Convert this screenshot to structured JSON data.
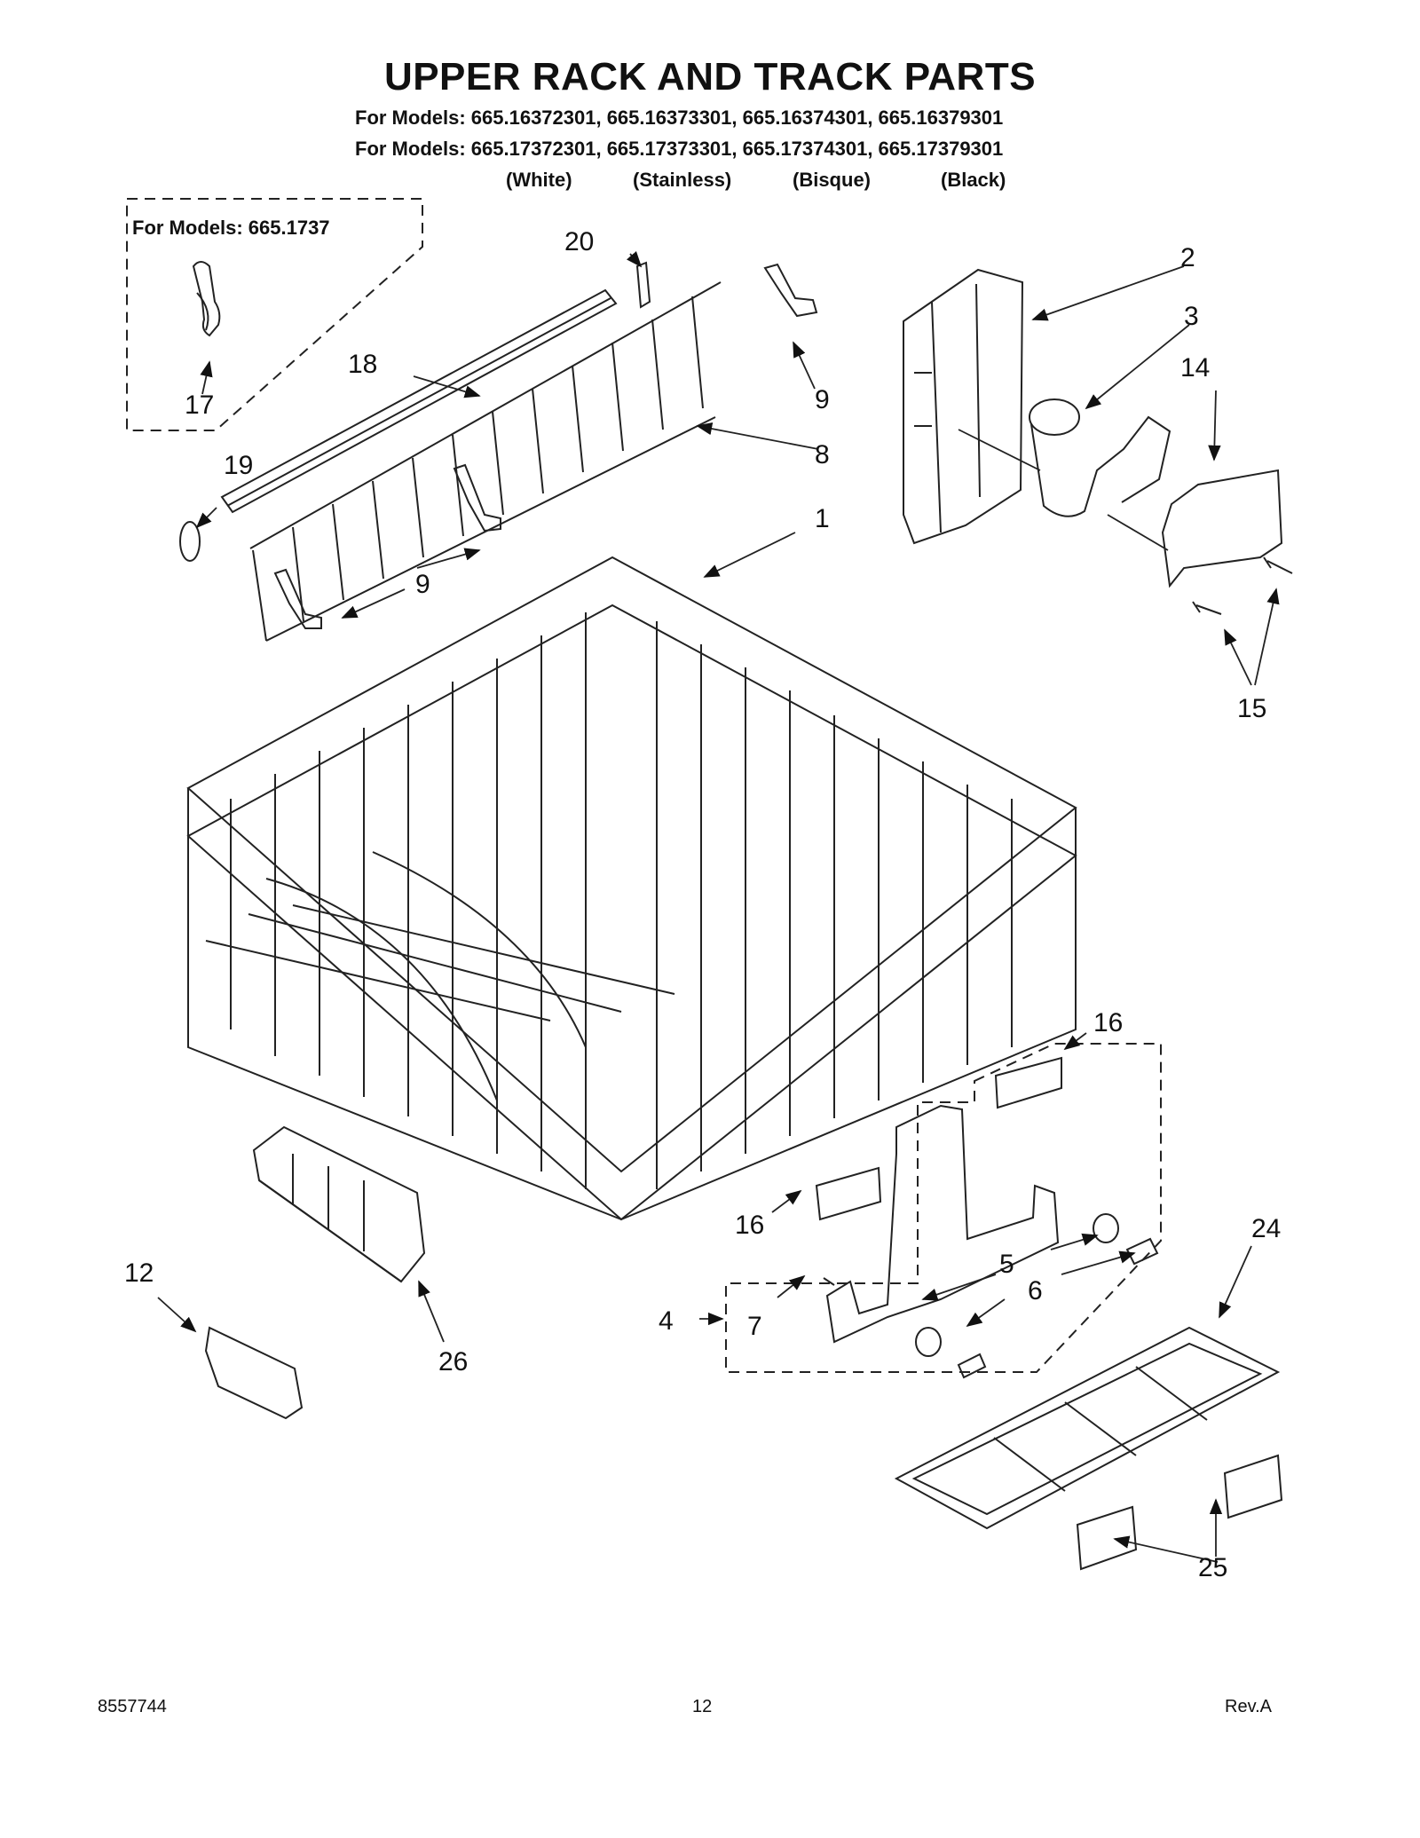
{
  "header": {
    "title": "UPPER RACK AND TRACK PARTS",
    "models_line_1": "For Models: 665.16372301, 665.16373301, 665.16374301, 665.16379301",
    "models_line_2": "For Models: 665.17372301, 665.17373301, 665.17374301, 665.17379301",
    "colors": [
      "(White)",
      "(Stainless)",
      "(Bisque)",
      "(Black)"
    ]
  },
  "inset": {
    "label": "For Models: 665.1737"
  },
  "callouts": {
    "c1": "1",
    "c2": "2",
    "c3": "3",
    "c4": "4",
    "c5": "5",
    "c6": "6",
    "c7": "7",
    "c8": "8",
    "c9a": "9",
    "c9b": "9",
    "c12": "12",
    "c14": "14",
    "c15": "15",
    "c16a": "16",
    "c16b": "16",
    "c17": "17",
    "c18": "18",
    "c19": "19",
    "c20": "20",
    "c24": "24",
    "c25": "25",
    "c26": "26"
  },
  "footer": {
    "doc_number": "8557744",
    "page_number": "12",
    "revision": "Rev.A"
  }
}
